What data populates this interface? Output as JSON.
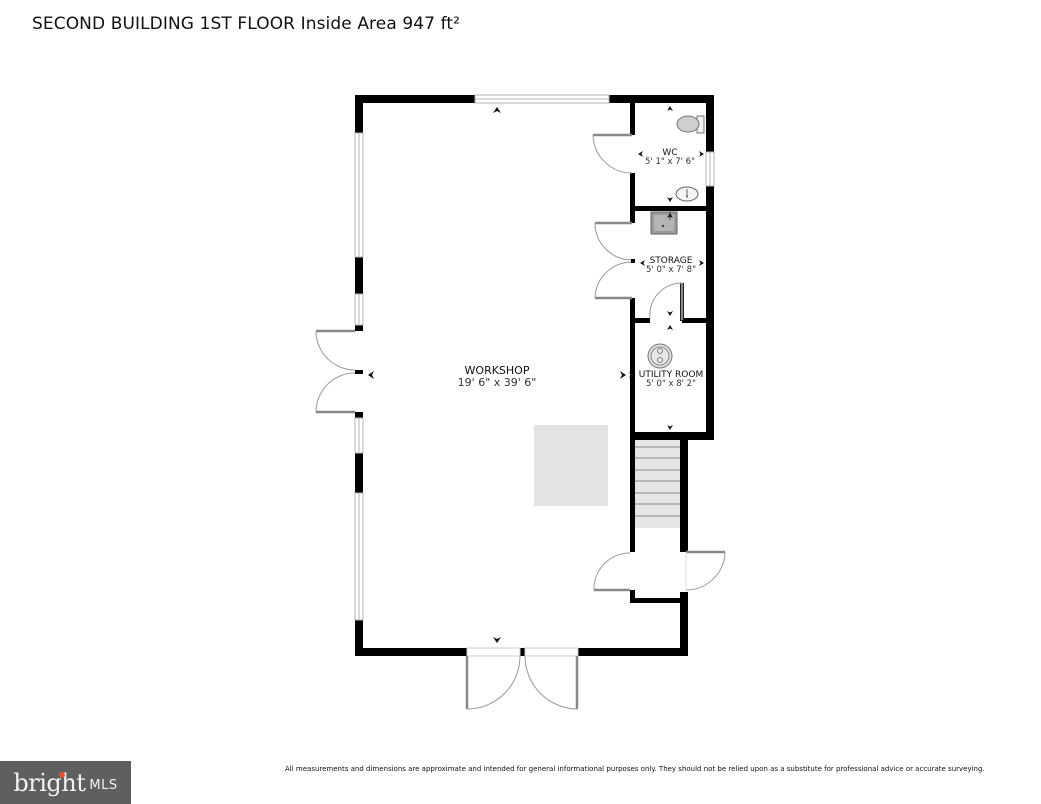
{
  "header": {
    "title": "SECOND BUILDING 1ST FLOOR Inside Area 947 ft²"
  },
  "rooms": [
    {
      "name": "WORKSHOP",
      "dimensions": "19' 6\" x 39' 6\""
    },
    {
      "name": "WC",
      "dimensions": "5' 1\" x 7' 6\""
    },
    {
      "name": "STORAGE",
      "dimensions": "5' 0\" x 7' 8\""
    },
    {
      "name": "UTILITY ROOM",
      "dimensions": "5' 0\" x 8' 2\""
    }
  ],
  "fixtures": [
    "toilet-icon",
    "sink-icon",
    "utility-sink-icon",
    "water-heater-icon",
    "stairs",
    "column-area"
  ],
  "footer": {
    "logo_brand": "bright",
    "logo_suffix": "MLS",
    "disclaimer": "All measurements and dimensions are approximate and intended for general informational purposes only. They should not be relied upon as a substitute for professional advice or accurate surveying."
  },
  "colors": {
    "wall": "#000000",
    "window": "#bbbbbb",
    "door_leaf": "#888888",
    "stairs_fill": "#e6e6e6",
    "column_fill": "#e3e3e3",
    "logo_bg": "#5f5f5f",
    "logo_accent": "#e4502f"
  }
}
